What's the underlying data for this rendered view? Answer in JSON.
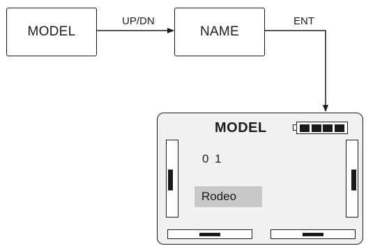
{
  "flow": {
    "step1": "MODEL",
    "step2": "NAME",
    "arrow1_label": "UP/DN",
    "arrow2_label": "ENT"
  },
  "lcd": {
    "title": "MODEL",
    "model_number": "0 1",
    "model_name": "Rodeo",
    "battery_segments": 4
  }
}
